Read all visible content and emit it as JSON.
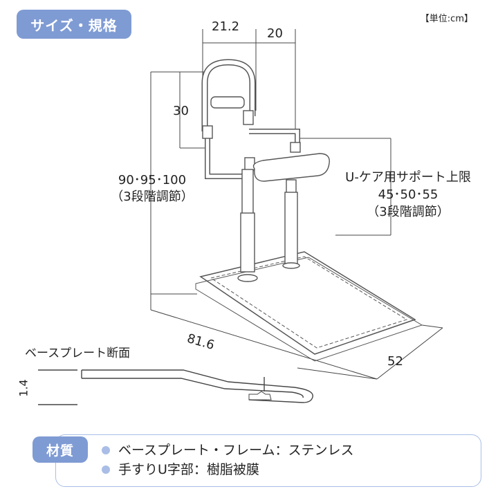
{
  "header": {
    "title": "サイズ・規格",
    "unit_note": "【単位:cm】"
  },
  "dimensions": {
    "width_top": "21.2",
    "depth_top": "20",
    "handle_height": "30",
    "total_height": "90･95･100",
    "total_height_note": "（3段階調節）",
    "support_title": "U-ケア用サポート上限",
    "support_height": "45･50･55",
    "support_note": "（3段階調節）",
    "base_length": "81.6",
    "base_width": "52",
    "plate_thickness": "1.4"
  },
  "cross_section": {
    "title": "ベースプレート断面"
  },
  "materials": {
    "label": "材質",
    "items": [
      "ベースプレート・フレーム：ステンレス",
      "手すりU字部：樹脂被膜"
    ]
  },
  "colors": {
    "accent": "#7f9bd4",
    "border": "#a9bde6"
  }
}
